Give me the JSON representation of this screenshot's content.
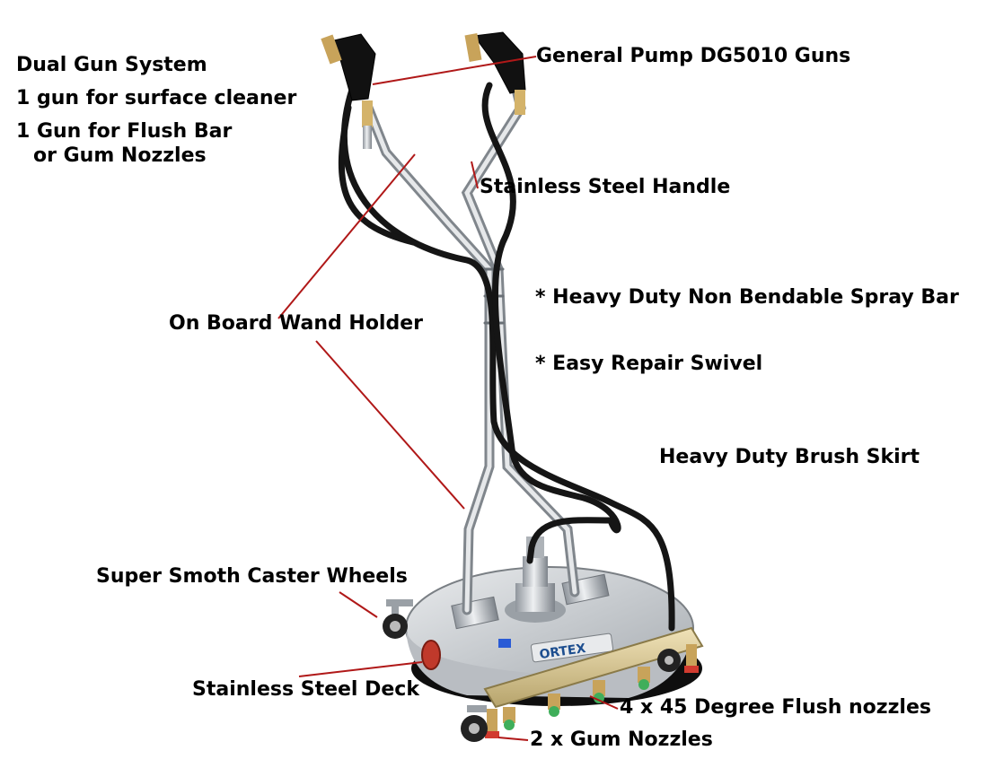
{
  "colors": {
    "leader_line": "#b01818",
    "text": "#000000",
    "steel": "#c9ccd0",
    "hose": "#151515"
  },
  "feature_list": [
    "Dual Gun System",
    "1 gun for surface cleaner",
    "1 Gun for Flush Bar",
    "or Gum Nozzles"
  ],
  "callouts": {
    "guns": "General Pump DG5010 Guns",
    "handle": "Stainless Steel Handle",
    "spray_bar": "* Heavy Duty Non Bendable Spray Bar",
    "swivel": "* Easy Repair Swivel",
    "wand_holder": "On Board Wand Holder",
    "brush_skirt": "Heavy Duty Brush Skirt",
    "caster_wheels": "Super Smoth Caster Wheels",
    "deck": "Stainless Steel Deck",
    "flush_nozzles": "4 x 45 Degree Flush nozzles",
    "gum_nozzles": "2 x Gum Nozzles"
  },
  "product": {
    "brand_mark": "ORTEX"
  }
}
